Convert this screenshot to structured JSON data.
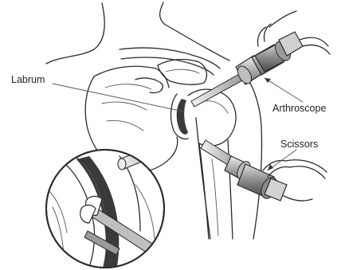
{
  "labels": {
    "labrum": "Labrum",
    "arthroscope": "Arthroscope",
    "scissors": "Scissors"
  },
  "colors": {
    "ink": "#2a2a2a",
    "instrument_dark": "#5a5a5a",
    "instrument_mid": "#9a9a9a",
    "instrument_light": "#d8d8d8",
    "labrum_dark": "#3a3a3a",
    "background": "#ffffff"
  },
  "icons": {
    "arthroscope": "arthroscope-instrument-icon",
    "scissors": "scissors-instrument-icon"
  }
}
